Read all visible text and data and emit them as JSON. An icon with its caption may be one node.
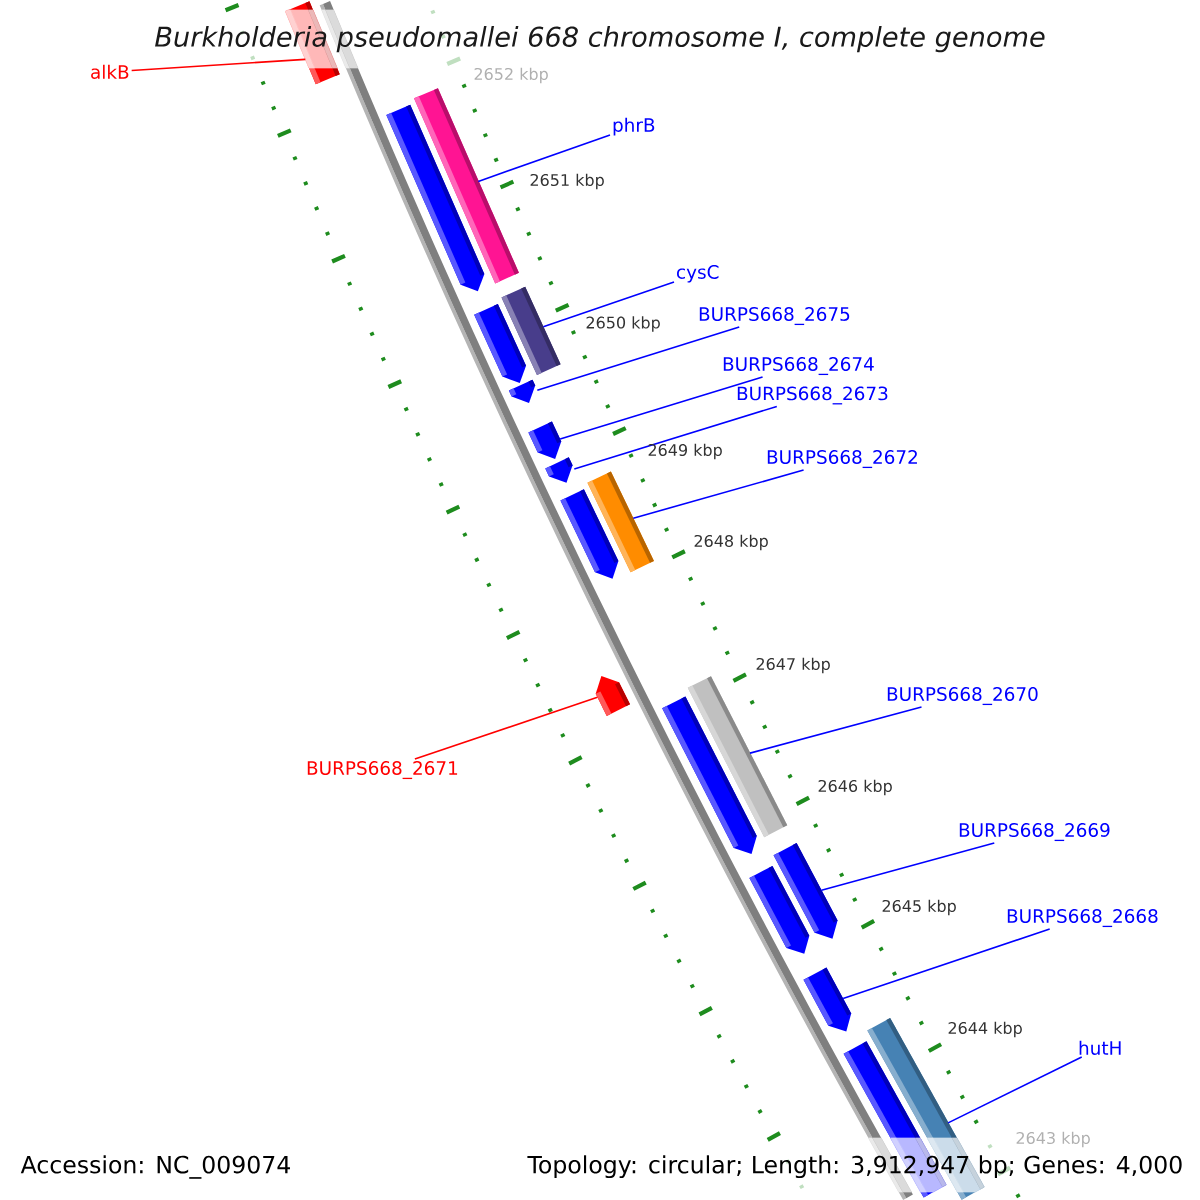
{
  "diagram": {
    "title": "Burkholderia pseudomallei 668 chromosome I, complete genome",
    "nodes": [
      {
        "text": [
          "alkB"
        ]
      },
      {
        "text": [],
        "shape": "bar"
      },
      {
        "text": [
          "phrB"
        ]
      },
      {
        "text": [],
        "shape": "bar"
      },
      {
        "text": [],
        "shape": "arrow"
      },
      {
        "text": [
          "cysC"
        ]
      },
      {
        "text": [],
        "shape": "bar"
      },
      {
        "text": [],
        "shape": "arrow"
      },
      {
        "text": [
          "BURPS668_2675"
        ]
      },
      {
        "text": [],
        "shape": "arrow"
      },
      {
        "text": [
          "BURPS668_2674"
        ]
      },
      {
        "text": [],
        "shape": "arrow"
      },
      {
        "text": [
          "BURPS668_2673"
        ]
      },
      {
        "text": [],
        "shape": "arrow"
      },
      {
        "text": [
          "BURPS668_2672"
        ]
      },
      {
        "text": [],
        "shape": "bar"
      },
      {
        "text": [],
        "shape": "arrow"
      },
      {
        "text": [
          "BURPS668_2671"
        ]
      },
      {
        "text": [],
        "shape": "arrow"
      },
      {
        "text": [
          "BURPS668_2670"
        ]
      },
      {
        "text": [],
        "shape": "bar"
      },
      {
        "text": [],
        "shape": "arrow"
      },
      {
        "text": [
          "BURPS668_2669"
        ]
      },
      {
        "text": [],
        "shape": "arrow"
      },
      {
        "text": [],
        "shape": "arrow"
      },
      {
        "text": [
          "BURPS668_2668"
        ]
      },
      {
        "text": [],
        "shape": "arrow"
      },
      {
        "text": [
          "hutH"
        ]
      },
      {
        "text": [],
        "shape": "bar"
      },
      {
        "text": [],
        "shape": "bar"
      }
    ],
    "edges": [
      {
        "from": 0,
        "to": 1,
        "arrow": "none",
        "color": "#ff0000"
      },
      {
        "from": 2,
        "to": 3,
        "arrow": "none"
      },
      {
        "from": 5,
        "to": 6,
        "arrow": "none"
      },
      {
        "from": 8,
        "to": 9,
        "arrow": "none"
      },
      {
        "from": 10,
        "to": 11,
        "arrow": "none"
      },
      {
        "from": 12,
        "to": 13,
        "arrow": "none"
      },
      {
        "from": 14,
        "to": 15,
        "arrow": "none"
      },
      {
        "from": 17,
        "to": 18,
        "arrow": "none",
        "color": "#ff0000"
      },
      {
        "from": 19,
        "to": 20,
        "arrow": "none"
      },
      {
        "from": 22,
        "to": 23,
        "arrow": "none"
      },
      {
        "from": 25,
        "to": 26,
        "arrow": "none"
      },
      {
        "from": 27,
        "to": 28,
        "arrow": "none"
      }
    ],
    "labels": [
      "2652 kbp",
      "2651 kbp",
      "2650 kbp",
      "2649 kbp",
      "2648 kbp",
      "2647 kbp",
      "2646 kbp",
      "2645 kbp",
      "2644 kbp",
      "2643 kbp",
      "Accession: NC_009074",
      "Topology: circular; Length: 3,912,947 bp; Genes: 4,000"
    ]
  }
}
